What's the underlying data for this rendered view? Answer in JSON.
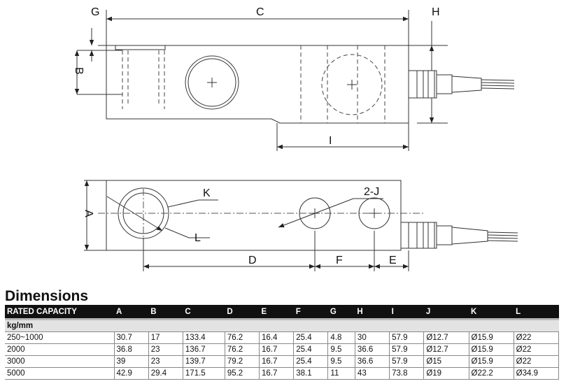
{
  "drawing_labels": {
    "G": "G",
    "C": "C",
    "H": "H",
    "B": "B",
    "I": "I",
    "K": "K",
    "J": "2-J",
    "A": "A",
    "L": "L",
    "D": "D",
    "F": "F",
    "E": "E"
  },
  "title": "Dimensions",
  "table": {
    "headers": [
      "RATED CAPACITY",
      "A",
      "B",
      "C",
      "D",
      "E",
      "F",
      "G",
      "H",
      "I",
      "J",
      "K",
      "L"
    ],
    "unit": "kg/mm",
    "rows": [
      [
        "250~1000",
        "30.7",
        "17",
        "133.4",
        "76.2",
        "16.4",
        "25.4",
        "4.8",
        "30",
        "57.9",
        "Ø12.7",
        "Ø15.9",
        "Ø22"
      ],
      [
        "2000",
        "36.8",
        "23",
        "136.7",
        "76.2",
        "16.7",
        "25.4",
        "9.5",
        "36.6",
        "57.9",
        "Ø12.7",
        "Ø15.9",
        "Ø22"
      ],
      [
        "3000",
        "39",
        "23",
        "139.7",
        "79.2",
        "16.7",
        "25.4",
        "9.5",
        "36.6",
        "57.9",
        "Ø15",
        "Ø15.9",
        "Ø22"
      ],
      [
        "5000",
        "42.9",
        "29.4",
        "171.5",
        "95.2",
        "16.7",
        "38.1",
        "11",
        "43",
        "73.8",
        "Ø19",
        "Ø22.2",
        "Ø34.9"
      ]
    ]
  }
}
